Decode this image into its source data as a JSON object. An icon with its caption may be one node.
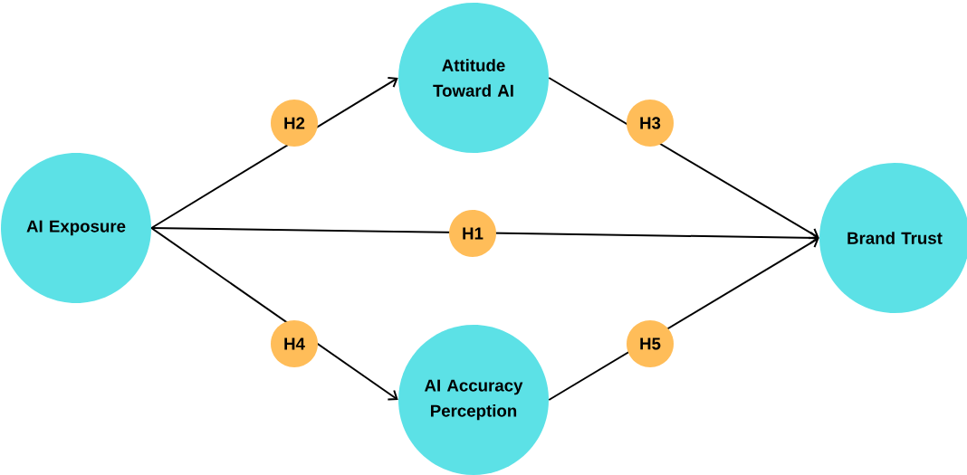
{
  "diagram": {
    "nodes": [
      {
        "text": [
          "AI Exposure"
        ]
      },
      {
        "text": [
          "Attitude Toward AI"
        ]
      },
      {
        "text": [
          "Brand Trust"
        ]
      },
      {
        "text": [
          "AI Accuracy Perception"
        ]
      }
    ],
    "edges": [
      {
        "from": 0,
        "to": 1,
        "arrow": "to",
        "label": "H2"
      },
      {
        "from": 1,
        "to": 2,
        "arrow": "to",
        "label": "H3"
      },
      {
        "from": 0,
        "to": 2,
        "arrow": "to",
        "label": "H1"
      },
      {
        "from": 0,
        "to": 3,
        "arrow": "to",
        "label": "H4"
      },
      {
        "from": 3,
        "to": 2,
        "arrow": "to",
        "label": "H5"
      }
    ]
  }
}
